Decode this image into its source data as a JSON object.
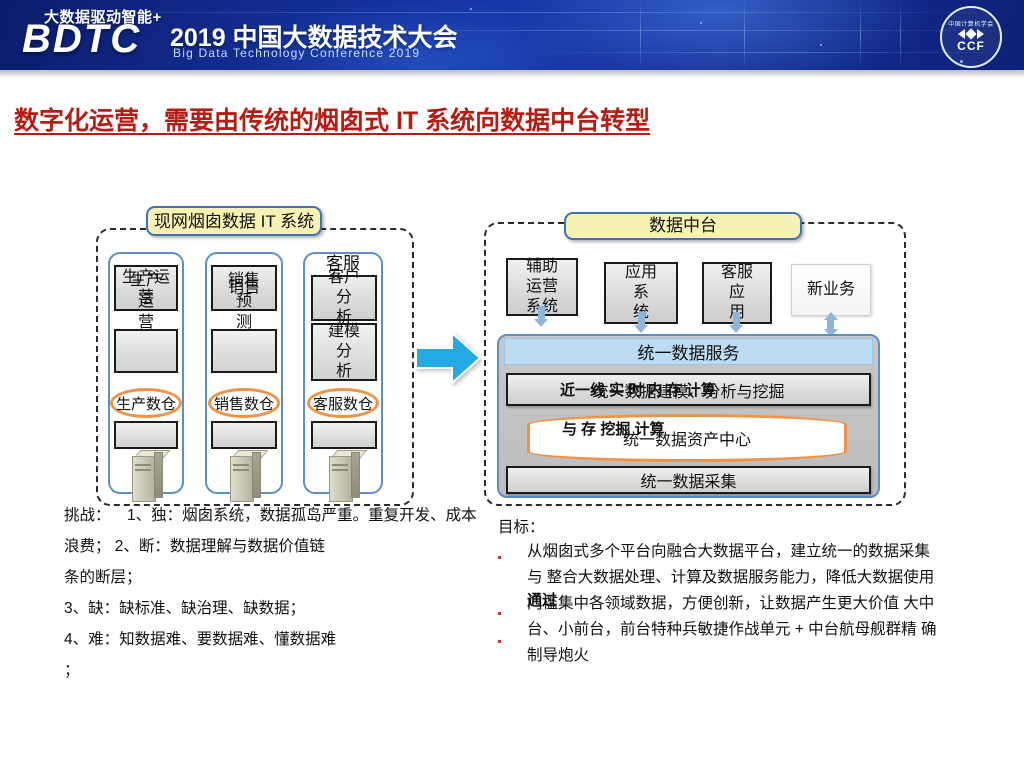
{
  "banner": {
    "tagline": "大数据驱动智能+",
    "logo_text": "BDTC",
    "conference_cn": "2019 中国大数据技术大会",
    "conference_en": "Big Data Technology Conference 2019",
    "ccf_top": "中国计算机学会",
    "ccf_name": "CCF",
    "colors": {
      "deep_blue": "#112a8c",
      "accent_blue": "#1536a8"
    }
  },
  "title": "数字化运营，需要由传统的烟囱式 IT 系统向数据中台转型",
  "title_color": "#b41d13",
  "left_diagram": {
    "caption": "现网烟囱数据 IT 系统",
    "columns": [
      {
        "header": "",
        "box1": "生产运营",
        "box1_overflow": "生产\n运\n营",
        "box2": "",
        "warehouse": "生产数仓",
        "box3": ""
      },
      {
        "header": "",
        "box1": "销售",
        "box1_overflow": "销售\n预\n测",
        "box2": "",
        "warehouse": "销售数仓",
        "box3": ""
      },
      {
        "header": "客服",
        "box1": "客户\n分\n析",
        "box1_overflow": "",
        "box2": "建模\n分\n析",
        "warehouse": "客服数仓",
        "box3": ""
      }
    ],
    "server_icon": "server-tower-icon"
  },
  "transition_arrow": {
    "icon": "right-arrow-icon",
    "color": "#29abe2"
  },
  "right_diagram": {
    "caption": "数据中台",
    "apps": [
      {
        "label": "辅助\n运营\n系统",
        "arrow": "down"
      },
      {
        "label": "应用\n系\n统",
        "arrow": "down"
      },
      {
        "label": "客服\n应\n用",
        "arrow": "down"
      },
      {
        "label": "新业务",
        "arrow": "both"
      }
    ],
    "service_bar": "统一数据服务",
    "modeling_bar": "统一数据建模、分析与挖掘",
    "modeling_overlay": "近一线   实  时   内 存 计算",
    "asset_center": "统一数据资产中心",
    "collection_bar": "统一数据采集"
  },
  "left_text": {
    "heading": "挑战：",
    "lines": [
      "1、独：烟囱系统，数据孤岛严重。重复开发、成本",
      "浪费；   2、断：数据理解与数据价值链",
      "条的断层；",
      "  3、缺：缺标准、缺治理、缺数据；",
      "  4、难：知数据难、要数据难、懂数据难",
      "；"
    ]
  },
  "right_text": {
    "heading": "目标：",
    "lines": [
      "从烟囱式多个平台向融合大数据平台，建立统一的数据采集",
      "与  整合大数据处理、计算及数据服务能力，降低大数据使用",
      "门槛集中各领域数据，方便创新，让数据产生更大价值  大中",
      "台、小前台，前台特种兵敏捷作战单元 + 中台航母舰群精  确",
      "制导炮火"
    ],
    "overlay_word": "通过",
    "bullet_color": "#c0392b"
  }
}
